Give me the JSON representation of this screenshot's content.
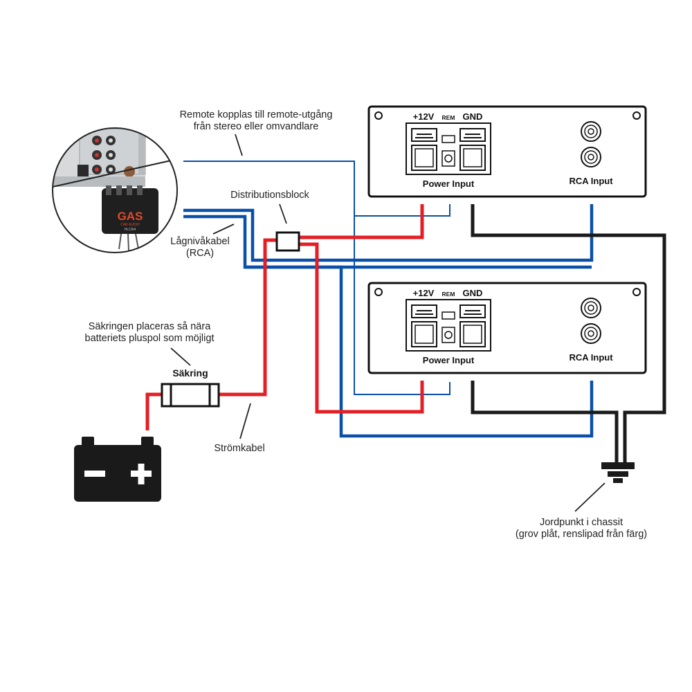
{
  "annotations": {
    "remote_line1": "Remote kopplas till remote-utgång",
    "remote_line2": "från stereo eller omvandlare",
    "distribution": "Distributionsblock",
    "lowlevel_line1": "Lågnivåkabel",
    "lowlevel_line2": "(RCA)",
    "fuse_note_line1": "Säkringen placeras så nära",
    "fuse_note_line2": "batteriets pluspol som möjligt",
    "fuse": "Säkring",
    "power_cable": "Strömkabel",
    "ground_line1": "Jordpunkt i chassit",
    "ground_line2": "(grov plåt, renslipad från färg)"
  },
  "amplifiers": [
    {
      "v12": "+12V",
      "rem": "REM",
      "gnd": "GND",
      "power_input": "Power Input",
      "rca_input": "RCA Input"
    },
    {
      "v12": "+12V",
      "rem": "REM",
      "gnd": "GND",
      "power_input": "Power Input",
      "rca_input": "RCA Input"
    }
  ],
  "inset": {
    "brand": "GAS",
    "sub": "CAR AUDIO",
    "model": "HLC8i4"
  },
  "colors": {
    "power": "#e31e24",
    "signal": "#0a4fa8",
    "ground": "#1a1a1a",
    "remote": "#0a4fa8"
  }
}
